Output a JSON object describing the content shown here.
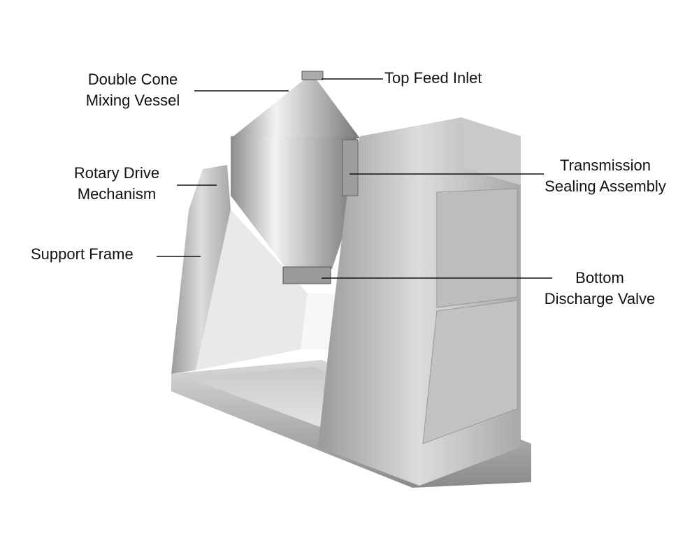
{
  "title": "Double Cone Mixer Components",
  "labels": {
    "double_cone": [
      "Double Cone",
      "Mixing Vessel"
    ],
    "top_feed": "Top Feed Inlet",
    "rotary_drive": [
      "Rotary Drive",
      "Mechanism"
    ],
    "support_frame": "Support Frame",
    "transmission": [
      "Transmission",
      "Sealing Assembly"
    ],
    "bottom_valve": [
      "Bottom",
      "Discharge Valve"
    ]
  },
  "colors": {
    "line": "#111111",
    "steel_light": "#e6e6e6",
    "steel_dark": "#8a8a8a"
  }
}
